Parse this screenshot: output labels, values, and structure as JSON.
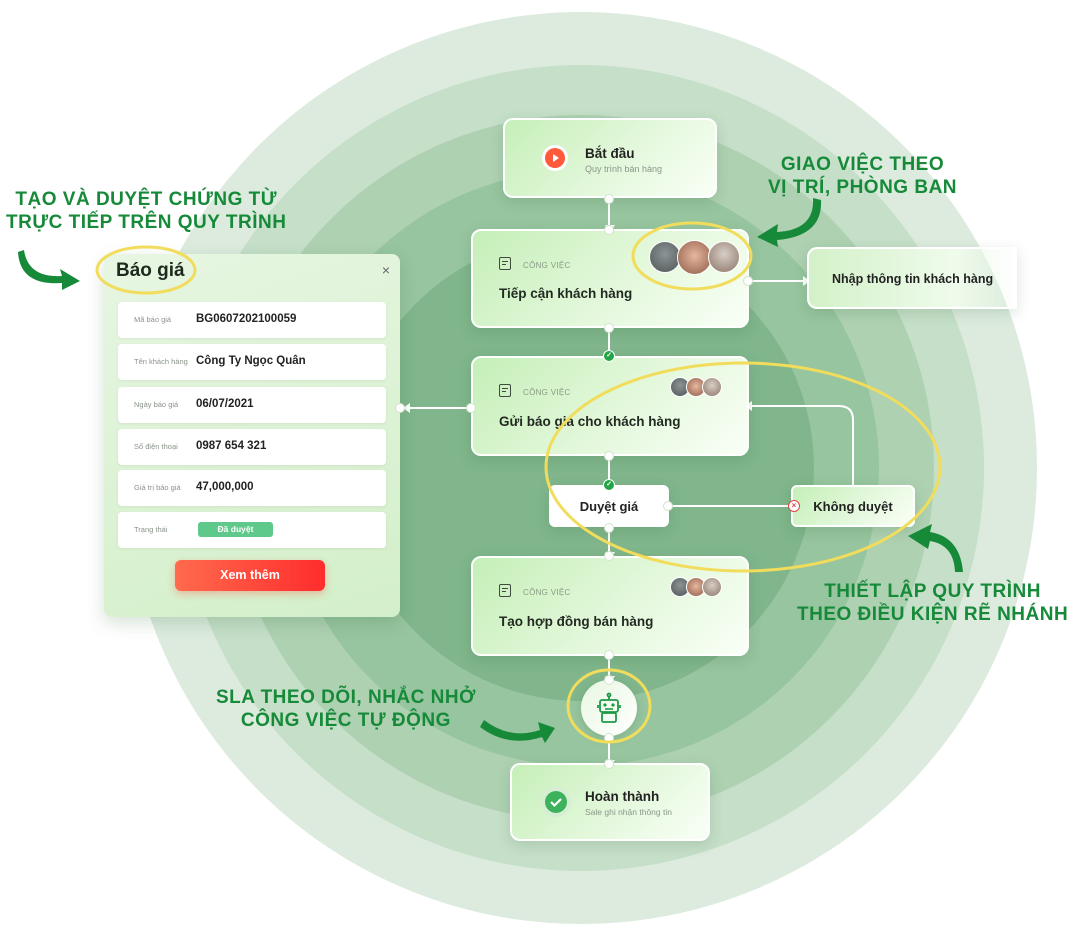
{
  "callouts": {
    "documents": [
      "TẠO VÀ DUYỆT CHỨNG TỪ",
      "TRỰC TIẾP TRÊN QUY TRÌNH"
    ],
    "assign": [
      "GIAO VIỆC THEO",
      "VỊ TRÍ, PHÒNG BAN"
    ],
    "branching": [
      "THIẾT LẬP QUY TRÌNH",
      "THEO ĐIỀU KIỆN RẼ NHÁNH"
    ],
    "sla": [
      "SLA THEO DÕI, NHẮC NHỞ",
      "CÔNG VIỆC TỰ ĐỘNG"
    ]
  },
  "quote_panel": {
    "title": "Báo giá",
    "close_icon": "×",
    "fields": [
      {
        "label": "Mã báo giá",
        "value": "BG0607202100059"
      },
      {
        "label": "Tên khách hàng",
        "value": "Công Ty Ngọc Quân"
      },
      {
        "label": "Ngày báo giá",
        "value": "06/07/2021"
      },
      {
        "label": "Số điện thoại",
        "value": "0987 654 321"
      },
      {
        "label": "Giá trị báo giá",
        "value": "47,000,000"
      }
    ],
    "status": {
      "label": "Trạng thái",
      "value": "Đã duyệt",
      "color": "#5ec98a"
    },
    "button_label": "Xem thêm",
    "button_colors": [
      "#ff6a4d",
      "#ff2d2d"
    ]
  },
  "flow": {
    "start": {
      "title": "Bắt đầu",
      "subtitle": "Quy trình bán hàng",
      "icon": "play-icon"
    },
    "task_tag": "CÔNG VIỆC",
    "tasks": [
      {
        "title": "Tiếp cận khách hàng"
      },
      {
        "title": "Gửi báo giá cho khách hàng"
      },
      {
        "title": "Tạo hợp đồng bán hàng"
      }
    ],
    "side_task": "Nhập thông tin khách hàng",
    "decision": {
      "approve": "Duyệt giá",
      "reject": "Không duyệt"
    },
    "robot_icon": "robot-icon",
    "end": {
      "title": "Hoàn thành",
      "subtitle": "Sale ghi nhận thông tin",
      "icon": "check-circle-icon"
    }
  },
  "colors": {
    "accent_green": "#178a3a",
    "highlight_yellow": "#f2dc5b",
    "ring_colors": [
      "#dbebdd",
      "#c2dec5",
      "#a9cfae",
      "#8fc199",
      "#79b386"
    ]
  }
}
